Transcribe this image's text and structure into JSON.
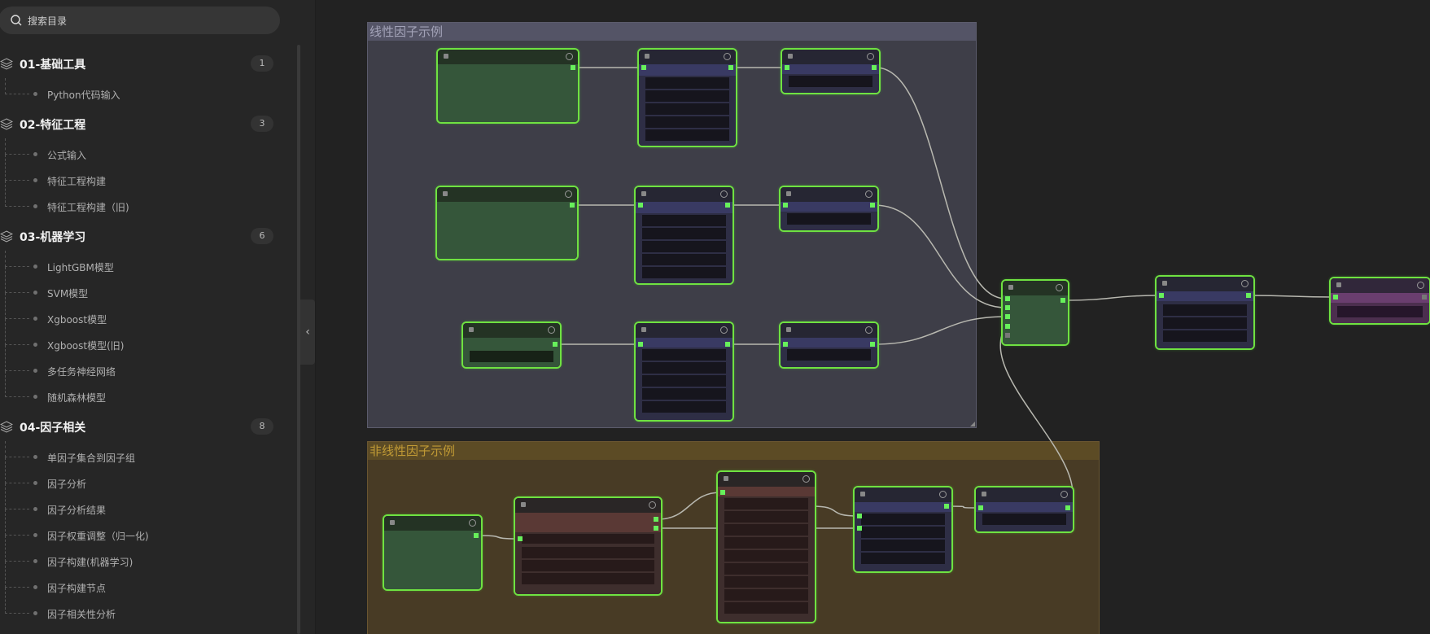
{
  "search": {
    "placeholder": "搜索目录",
    "icon": "search-icon"
  },
  "categories": [
    {
      "name": "01-基础工具",
      "count": "1",
      "items": [
        "Python代码输入"
      ]
    },
    {
      "name": "02-特征工程",
      "count": "3",
      "items": [
        "公式输入",
        "特征工程构建",
        "特征工程构建（旧)"
      ]
    },
    {
      "name": "03-机器学习",
      "count": "6",
      "items": [
        "LightGBM模型",
        "SVM模型",
        "Xgboost模型",
        "Xgboost模型(旧)",
        "多任务神经网络",
        "随机森林模型"
      ]
    },
    {
      "name": "04-因子相关",
      "count": "8",
      "items": [
        "单因子集合到因子组",
        "因子分析",
        "因子分析结果",
        "因子权重调整（归一化)",
        "因子构建(机器学习)",
        "因子构建节点",
        "因子相关性分析"
      ]
    }
  ],
  "collapse_icon": "chevron-left-icon",
  "groups": {
    "linear": {
      "title": "线性因子示例",
      "color": "#545466"
    },
    "nonlinear": {
      "title": "非线性因子示例",
      "color": "#5c4b25"
    }
  },
  "colors": {
    "node_border": "#6fe241",
    "port": "#67f05b",
    "wire": "#b8b8b0"
  }
}
